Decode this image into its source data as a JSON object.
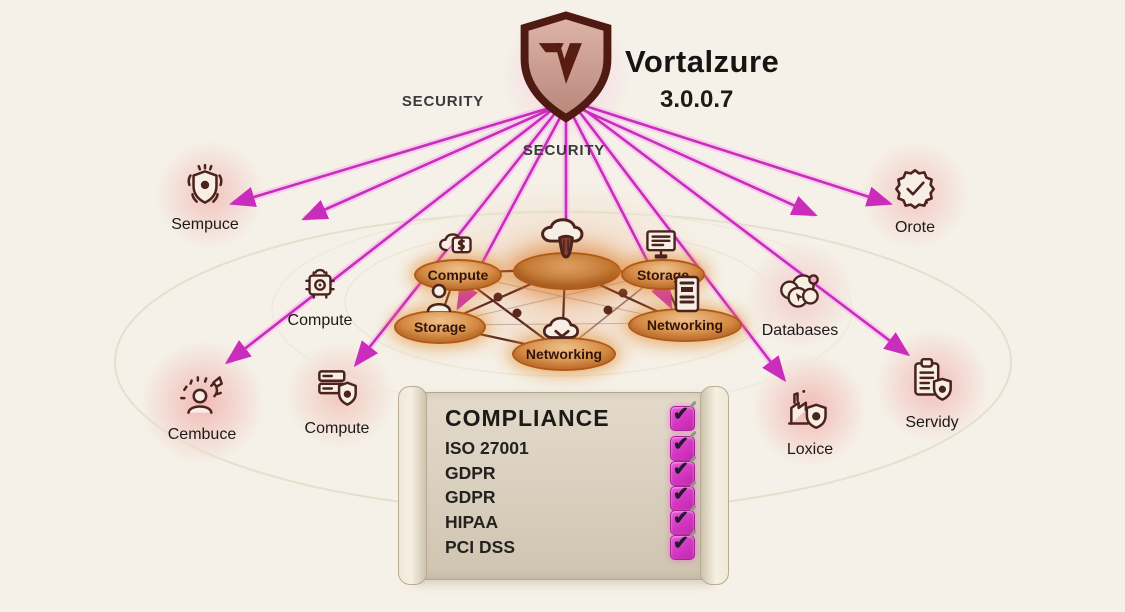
{
  "app": {
    "title": "Vortalzure",
    "version": "3.0.0.7"
  },
  "security_labels": {
    "left": "SECURITY",
    "center": "SECURITY"
  },
  "satellites": [
    {
      "id": "sempuce",
      "label": "Sempuce",
      "icon": "shield-gear-icon"
    },
    {
      "id": "compute-left",
      "label": "Compute",
      "icon": "chip-gear-icon"
    },
    {
      "id": "cembuce",
      "label": "Cembuce",
      "icon": "user-sparks-icon"
    },
    {
      "id": "compute-bottom",
      "label": "Compute",
      "icon": "server-shield-icon"
    },
    {
      "id": "databases",
      "label": "Databases",
      "icon": "cloud-cluster-icon"
    },
    {
      "id": "orote",
      "label": "Orote",
      "icon": "badge-check-icon"
    },
    {
      "id": "loxice",
      "label": "Loxice",
      "icon": "factory-shield-icon"
    },
    {
      "id": "servidy",
      "label": "Servidy",
      "icon": "clipboard-shield-icon"
    }
  ],
  "mesh_nodes": [
    {
      "id": "compute",
      "label": "Compute",
      "icon": "cloud-lock-icon"
    },
    {
      "id": "hub",
      "label": "",
      "icon": "cloud-shield-icon"
    },
    {
      "id": "storage-top",
      "label": "Storage",
      "icon": "monitor-icon"
    },
    {
      "id": "storage-left",
      "label": "Storage",
      "icon": "user-icon"
    },
    {
      "id": "networking-bottom",
      "label": "Networking",
      "icon": "cloud-download-icon"
    },
    {
      "id": "networking-right",
      "label": "Networking",
      "icon": "document-icon"
    }
  ],
  "compliance": {
    "title": "COMPLIANCE",
    "check_glyph": "✔",
    "items": [
      {
        "label": "ISO 27001",
        "checked": true
      },
      {
        "label": "GDPR",
        "checked": true
      },
      {
        "label": "GDPR",
        "checked": true
      },
      {
        "label": "HIPAA",
        "checked": true
      },
      {
        "label": "PCI DSS",
        "checked": true
      }
    ]
  },
  "colors": {
    "background": "#f5f1e8",
    "arrow": "#ca2dbb",
    "arrow_halo": "#f5c3ee",
    "node_border": "#b05a18",
    "node_fill": "#d98f49",
    "ink": "#4a241c",
    "checkbox": "#d335c0",
    "shield_border": "#4e1a12"
  }
}
